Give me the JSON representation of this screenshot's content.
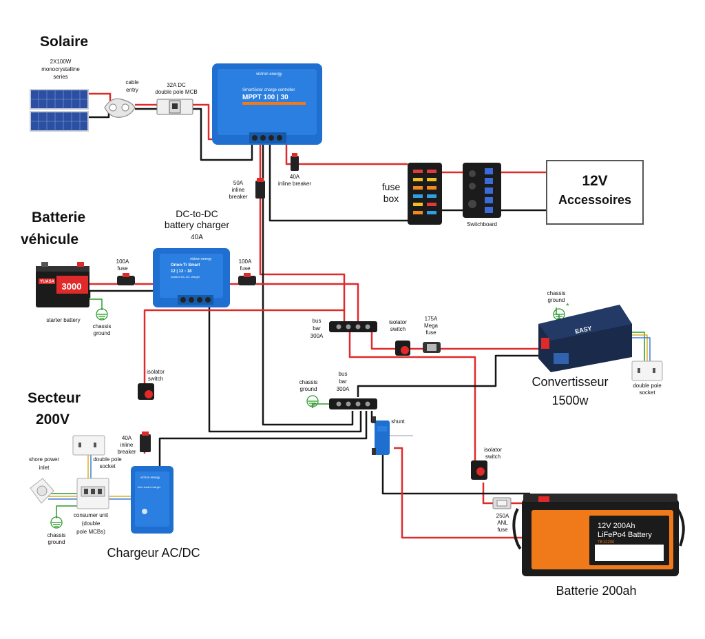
{
  "sections": {
    "solar_title": "Solaire",
    "vehicle_battery_line1": "Batterie",
    "vehicle_battery_line2": "véhicule",
    "mains_line1": "Secteur",
    "mains_line2": "200V"
  },
  "components": {
    "panels": {
      "line1": "2X100W",
      "line2": "monocrystalline",
      "line3": "series"
    },
    "cable_entry": {
      "line1": "cable",
      "line2": "entry"
    },
    "mcb": {
      "line1": "32A DC",
      "line2": "double pole MCB"
    },
    "mppt": {
      "brand": "victron energy",
      "line1": "SmartSolar charge controller",
      "line2": "MPPT 100 | 30"
    },
    "breaker_40": {
      "line1": "40A",
      "line2": "inline breaker"
    },
    "breaker_50": {
      "line1": "50A",
      "line2": "inline",
      "line3": "breaker"
    },
    "fuse_box": {
      "line1": "fuse",
      "line2": "box"
    },
    "switchboard": {
      "label": "Switchboard"
    },
    "accessories": {
      "line1": "12V",
      "line2": "Accessoires"
    },
    "dcdc": {
      "line1": "DC-to-DC",
      "line2": "battery charger",
      "line3": "40A",
      "brand": "victron energy",
      "dev1": "Orion-Tr Smart",
      "dev2": "12 | 12 - 18",
      "dev3": "isolated DC-DC charger"
    },
    "fuse_100_a": {
      "line1": "100A",
      "line2": "fuse"
    },
    "fuse_100_b": {
      "line1": "100A",
      "line2": "fuse"
    },
    "starter_battery": {
      "label": "starter battery",
      "brand": "YUASA",
      "code": "3000"
    },
    "chassis_ground_1": {
      "line1": "chassis",
      "line2": "ground"
    },
    "bus_bar_top": {
      "line1": "bus",
      "line2": "bar",
      "line3": "300A"
    },
    "isolator_top": {
      "line1": "isolator",
      "line2": "switch"
    },
    "mega_fuse": {
      "line1": "175A",
      "line2": "Mega",
      "line3": "fuse"
    },
    "chassis_ground_inv": {
      "line1": "chassis",
      "line2": "ground",
      "mark": "*"
    },
    "inverter": {
      "line1": "Convertisseur",
      "line2": "1500w",
      "brand": "EASY"
    },
    "double_pole_socket_inv": {
      "line1": "double pole",
      "line2": "socket"
    },
    "isolator_left": {
      "line1": "isolator",
      "line2": "switch"
    },
    "chassis_ground_2": {
      "line1": "chassis",
      "line2": "ground"
    },
    "bus_bar_bottom": {
      "line1": "bus",
      "line2": "bar",
      "line3": "300A"
    },
    "shunt": {
      "label": "shunt"
    },
    "breaker_40_charger": {
      "line1": "40A",
      "line2": "inline",
      "line3": "breaker"
    },
    "socket_mains": {
      "line1": "double pole",
      "line2": "socket"
    },
    "shore_inlet": {
      "line1": "shore power",
      "line2": "inlet"
    },
    "consumer_unit": {
      "line1": "consumer unit",
      "line2": "(double",
      "line3": "pole MCBs)"
    },
    "chassis_ground_3": {
      "line1": "chassis",
      "line2": "ground"
    },
    "charger": {
      "label": "Chargeur AC/DC",
      "brand": "victron energy",
      "dev": "blue smart charger"
    },
    "isolator_right": {
      "line1": "isolator",
      "line2": "switch"
    },
    "anl_fuse": {
      "line1": "250A",
      "line2": "ANL",
      "line3": "fuse"
    },
    "lifepo4": {
      "label": "Batterie 200ah",
      "line1": "12V 200Ah",
      "line2": "LiFePo4 Battery",
      "code": "TE12200"
    }
  },
  "colors": {
    "wire_pos": "#e02a2a",
    "wire_neg": "#151515",
    "victron_blue": "#1f6fd1",
    "battery_orange": "#f07a1a",
    "ground_green": "#2a9a2a"
  }
}
